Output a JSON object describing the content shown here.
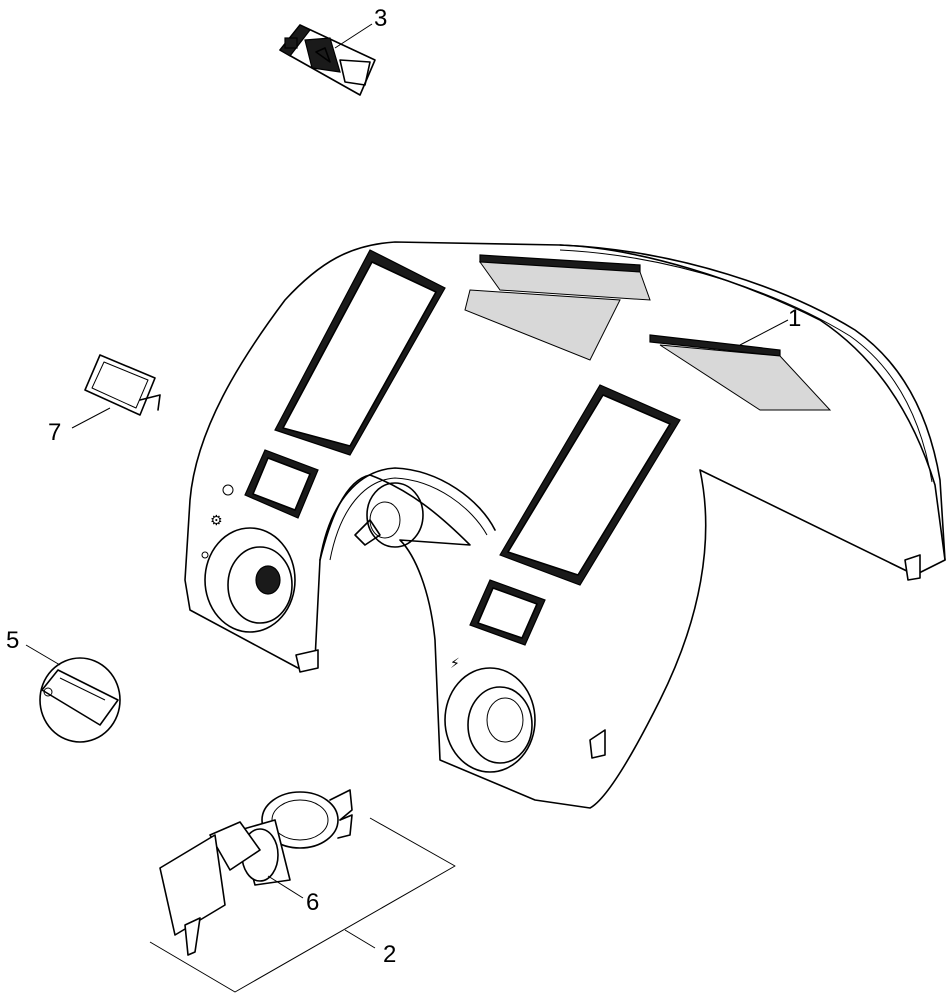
{
  "callouts": [
    {
      "label": "1"
    },
    {
      "label": "2"
    },
    {
      "label": "3"
    },
    {
      "label": "5"
    },
    {
      "label": "6"
    },
    {
      "label": "7"
    }
  ]
}
